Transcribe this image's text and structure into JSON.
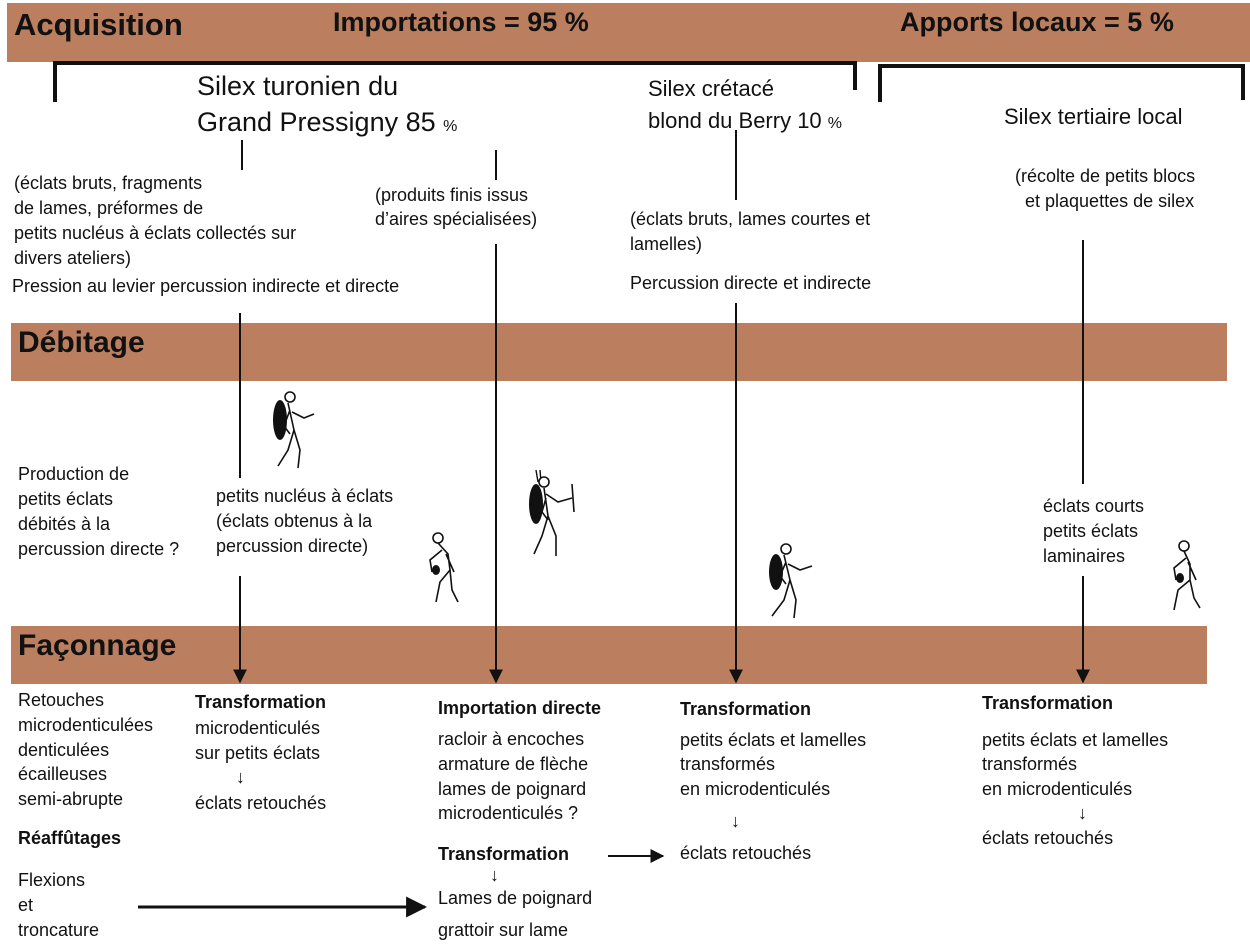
{
  "bands": {
    "acquisition": "Acquisition",
    "importations": "Importations = 95 %",
    "apports": "Apports locaux = 5 %",
    "debitage": "Débitage",
    "faconnage": "Façonnage"
  },
  "sources": {
    "turonien_line1": "Silex turonien du",
    "turonien_line2": "Grand Pressigny 85",
    "turonien_pct": "%",
    "cretace_line1": "Silex crétacé",
    "cretace_line2": "blond du Berry 10",
    "cretace_pct": "%",
    "tertiaire": "Silex tertiaire local"
  },
  "acq_notes": {
    "col1": [
      "(éclats bruts, fragments",
      "de lames, préformes de",
      "petits nucléus à éclats collectés sur",
      "divers ateliers)"
    ],
    "col1_technique": "Pression au levier percussion indirecte et directe",
    "col2": [
      "(produits finis issus",
      "d’aires spécialisées)"
    ],
    "col3": [
      "(éclats bruts, lames courtes et",
      "lamelles)"
    ],
    "col3_technique": "Percussion directe et indirecte",
    "col4": [
      "(récolte de petits blocs",
      "et plaquettes de silex"
    ]
  },
  "debitage_notes": {
    "left": [
      "Production de",
      "petits éclats",
      "débités à la",
      "percussion directe ?"
    ],
    "col1": [
      "petits nucléus à éclats",
      "(éclats obtenus à la",
      "percussion directe)"
    ],
    "col4": [
      "éclats courts",
      "petits éclats",
      "laminaires"
    ]
  },
  "faconnage": {
    "left": {
      "retouches": [
        "Retouches",
        "microdenticulées",
        "denticulées",
        "écailleuses",
        "semi-abrupte"
      ],
      "reaffutages_title": "Réaffûtages",
      "reaffutages": [
        "Flexions",
        "et",
        "troncature"
      ]
    },
    "col1": {
      "title": "Transformation",
      "lines": [
        "microdenticulés",
        "sur petits éclats"
      ],
      "arrow": "↓",
      "result": "éclats retouchés"
    },
    "col2": {
      "title": "Importation directe",
      "lines": [
        "racloir à encoches",
        "armature de flèche",
        "lames de poignard",
        "microdenticulés ?"
      ],
      "title2": "Transformation",
      "arrow": "↓",
      "results": [
        "Lames de poignard",
        "grattoir sur lame"
      ]
    },
    "col3": {
      "title": "Transformation",
      "lines": [
        "petits éclats et lamelles",
        "transformés",
        "en microdenticulés"
      ],
      "arrow": "↓",
      "result": "éclats retouchés"
    },
    "col4": {
      "title": "Transformation",
      "lines": [
        "petits éclats et lamelles",
        "transformés",
        "en microdenticulés"
      ],
      "arrow": "↓",
      "result": "éclats retouchés"
    }
  },
  "colors": {
    "band": "#bb7f60"
  },
  "icons": [
    "knapper-walking-icon",
    "knapper-crouching-icon",
    "archer-icon"
  ]
}
